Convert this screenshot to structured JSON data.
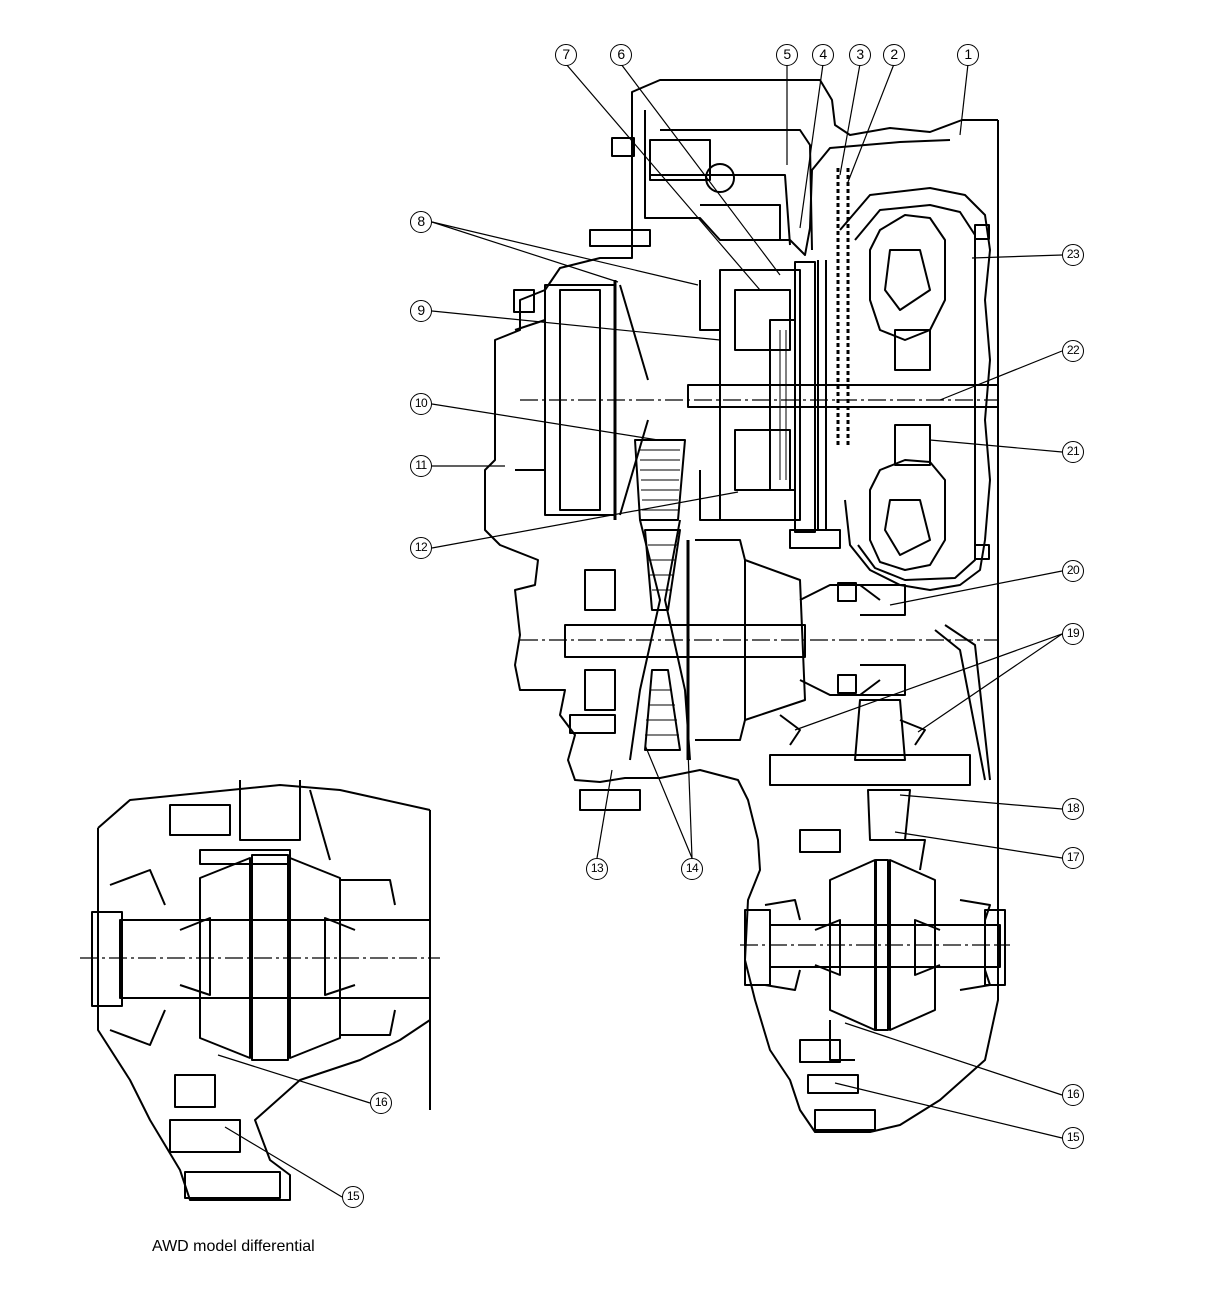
{
  "caption": "AWD model differential",
  "callouts": [
    "1",
    "2",
    "3",
    "4",
    "5",
    "6",
    "7",
    "8",
    "9",
    "10",
    "11",
    "12",
    "13",
    "14",
    "15",
    "16",
    "17",
    "18",
    "19",
    "20",
    "21",
    "22",
    "23"
  ],
  "inset_callouts": [
    "15",
    "16"
  ]
}
